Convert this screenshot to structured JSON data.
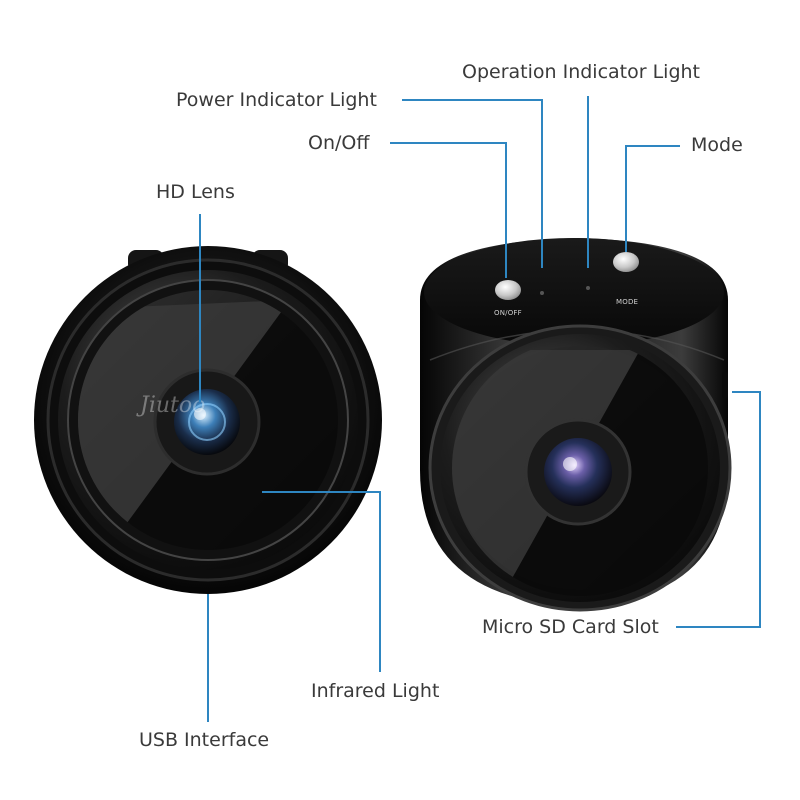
{
  "labels": {
    "operation_indicator_light": "Operation Indicator Light",
    "power_indicator_light": "Power Indicator Light",
    "on_off": "On/Off",
    "mode": "Mode",
    "hd_lens": "HD Lens",
    "micro_sd_card_slot": "Micro SD Card Slot",
    "infrared_light": "Infrared Light",
    "usb_interface": "USB Interface"
  },
  "device_text": {
    "on_off_button": "ON/OFF",
    "mode_button": "MODE",
    "watermark": "Jiutoo"
  },
  "colors": {
    "leader_line": "#2e86c1",
    "body": "#111111",
    "label_text": "#3a3a3a"
  }
}
